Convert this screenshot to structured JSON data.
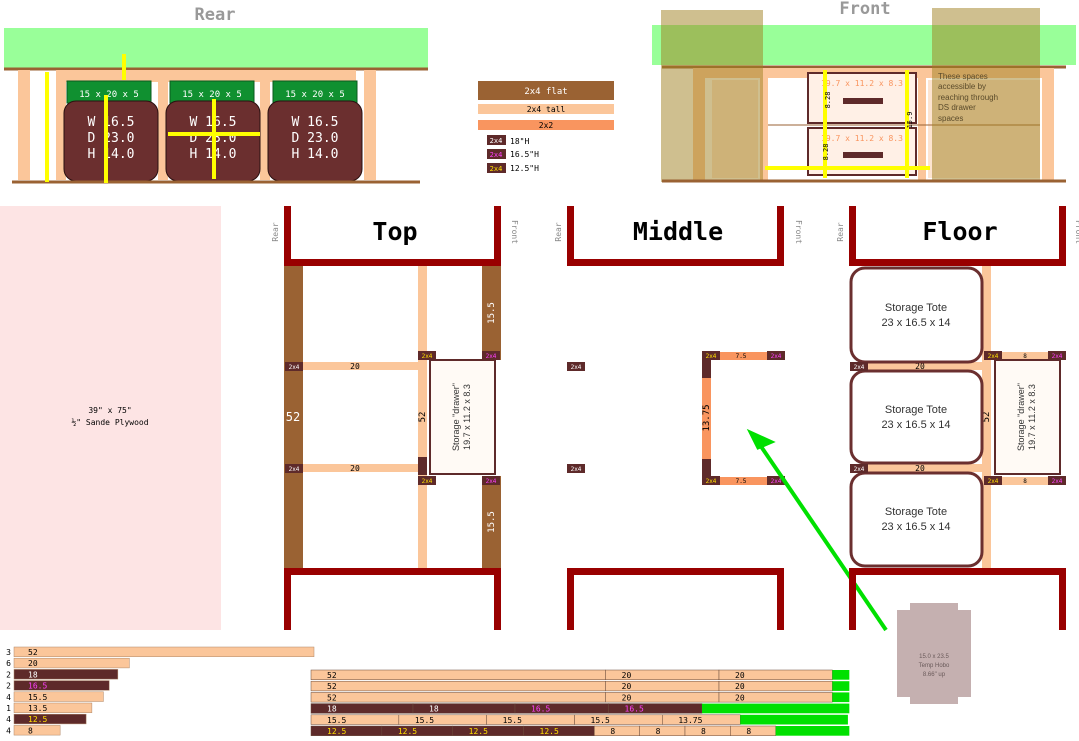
{
  "views": {
    "rear": "Rear",
    "front": "Front",
    "top": "Top",
    "middle": "Middle",
    "floor": "Floor",
    "side_rear": "Rear",
    "side_front": "Front"
  },
  "rear_bins": {
    "lid": "15 x 20 x 5",
    "dims": [
      "W 16.5",
      "D 23.0",
      "H 14.0"
    ]
  },
  "front_drawer_labels": [
    "19.7 x 11.2 x 8.3",
    "8.28",
    "15.9",
    "8.28"
  ],
  "front_note": [
    "These spaces",
    "accessible by",
    "reaching through",
    "DS drawer",
    "spaces"
  ],
  "legend": {
    "flat": "2x4 flat",
    "tall": "2x4 tall",
    "twobytwo": "2x2",
    "tag": "2x4",
    "heights": [
      "18\"H",
      "16.5\"H",
      "12.5\"H"
    ]
  },
  "plywood": {
    "line1": "39\" x 75\"",
    "line2": "½\" Sande Plywood"
  },
  "piece_labels": {
    "tag": "2x4",
    "fifty_two": "52",
    "twenty": "20",
    "fifteen_five": "15.5",
    "seven_five": "7.5",
    "thirteen_75": "13.75",
    "eight": "8"
  },
  "storage_drawer": {
    "line1": "Storage \"drawer\"",
    "line2": "19.7 x 11.2 x 8.3"
  },
  "tote": {
    "name": "Storage Tote",
    "dims": "23 x 16.5 x 14"
  },
  "temp_hob": {
    "line1": "15.0 x 23.5",
    "line2": "Temp Hobo",
    "line3": "8.66\" up"
  },
  "chart_data": {
    "type": "bar",
    "title": "",
    "categories": [
      "52",
      "20",
      "18",
      "16.5",
      "15.5",
      "13.5",
      "12.5",
      "8"
    ],
    "values": [
      3,
      6,
      2,
      2,
      4,
      1,
      4,
      4
    ],
    "xlabel": "",
    "ylabel": "",
    "colors": [
      "#fbc69a",
      "#fbc69a",
      "#5e2a2a",
      "#5e2a2a",
      "#fbc69a",
      "#fbc69a",
      "#5e2a2a",
      "#fbc69a"
    ],
    "label_colors": [
      "#000000",
      "#000000",
      "#ffffff",
      "#ff40ff",
      "#000000",
      "#000000",
      "#ffe000",
      "#000000"
    ]
  },
  "cut_boards": [
    {
      "segments": [
        [
          "52",
          52,
          "#fbc69a",
          "#000000"
        ],
        [
          "20",
          20,
          "#fbc69a",
          "#000000"
        ],
        [
          "20",
          20,
          "#fbc69a",
          "#000000"
        ]
      ],
      "waste": 3
    },
    {
      "segments": [
        [
          "52",
          52,
          "#fbc69a",
          "#000000"
        ],
        [
          "20",
          20,
          "#fbc69a",
          "#000000"
        ],
        [
          "20",
          20,
          "#fbc69a",
          "#000000"
        ]
      ],
      "waste": 3
    },
    {
      "segments": [
        [
          "52",
          52,
          "#fbc69a",
          "#000000"
        ],
        [
          "20",
          20,
          "#fbc69a",
          "#000000"
        ],
        [
          "20",
          20,
          "#fbc69a",
          "#000000"
        ]
      ],
      "waste": 3
    },
    {
      "segments": [
        [
          "18",
          18,
          "#5e2a2a",
          "#ffffff"
        ],
        [
          "18",
          18,
          "#5e2a2a",
          "#ffffff"
        ],
        [
          "16.5",
          16.5,
          "#5e2a2a",
          "#ff40ff"
        ],
        [
          "16.5",
          16.5,
          "#5e2a2a",
          "#ff40ff"
        ]
      ],
      "waste": 26
    },
    {
      "segments": [
        [
          "15.5",
          15.5,
          "#fbc69a",
          "#000000"
        ],
        [
          "15.5",
          15.5,
          "#fbc69a",
          "#000000"
        ],
        [
          "15.5",
          15.5,
          "#fbc69a",
          "#000000"
        ],
        [
          "15.5",
          15.5,
          "#fbc69a",
          "#000000"
        ],
        [
          "13.75",
          13.75,
          "#fbc69a",
          "#000000"
        ]
      ],
      "waste": 19
    },
    {
      "segments": [
        [
          "12.5",
          12.5,
          "#5e2a2a",
          "#ffe000"
        ],
        [
          "12.5",
          12.5,
          "#5e2a2a",
          "#ffe000"
        ],
        [
          "12.5",
          12.5,
          "#5e2a2a",
          "#ffe000"
        ],
        [
          "12.5",
          12.5,
          "#5e2a2a",
          "#ffe000"
        ],
        [
          "8",
          8,
          "#fbc69a",
          "#000000"
        ],
        [
          "8",
          8,
          "#fbc69a",
          "#000000"
        ],
        [
          "8",
          8,
          "#fbc69a",
          "#000000"
        ],
        [
          "8",
          8,
          "#fbc69a",
          "#000000"
        ]
      ],
      "waste": 13
    }
  ],
  "colors": {
    "plan_frame": "#990000",
    "flat": "#9a6233",
    "tall": "#fbc69a",
    "twobytwo": "#f9955f",
    "tag": "#5e2a2a",
    "tote": "#6b2f2f",
    "green": "#00e000",
    "yellow": "#ffff00",
    "top_green": "#99ff99",
    "plywood": "#fde4e4"
  }
}
